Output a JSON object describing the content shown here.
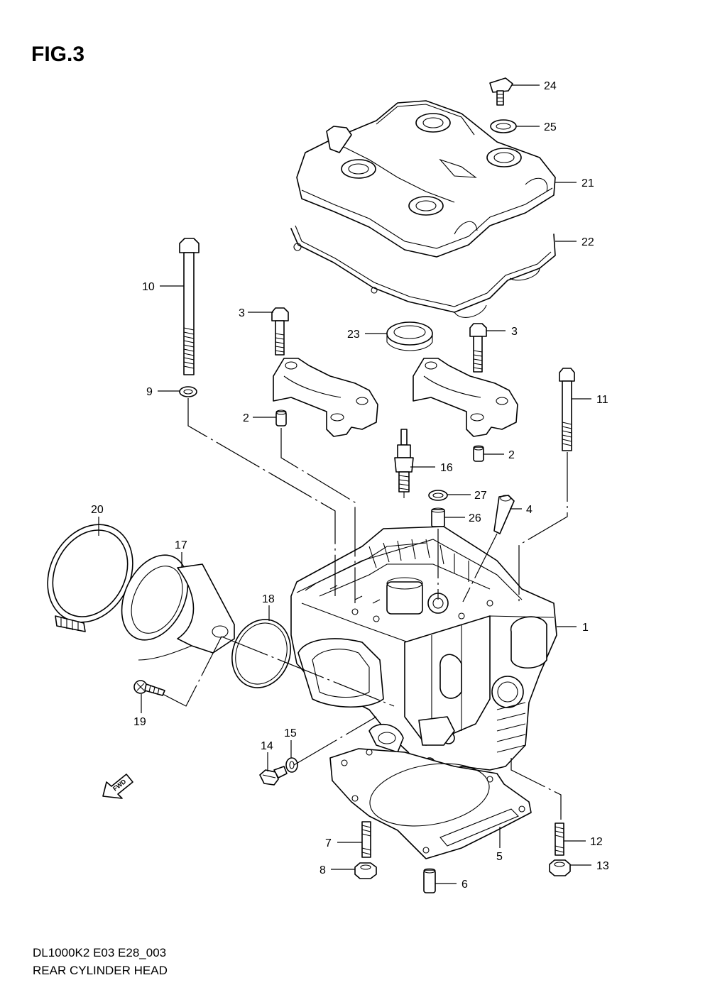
{
  "figure": {
    "title": "FIG.3",
    "code": "DL1000K2 E03 E28_003",
    "name": "REAR CYLINDER HEAD",
    "direction_label": "FWD"
  },
  "callouts": [
    {
      "id": "c24",
      "text": "24"
    },
    {
      "id": "c25",
      "text": "25"
    },
    {
      "id": "c21",
      "text": "21"
    },
    {
      "id": "c22",
      "text": "22"
    },
    {
      "id": "c10",
      "text": "10"
    },
    {
      "id": "c3a",
      "text": "3"
    },
    {
      "id": "c23",
      "text": "23"
    },
    {
      "id": "c3b",
      "text": "3"
    },
    {
      "id": "c9",
      "text": "9"
    },
    {
      "id": "c11",
      "text": "11"
    },
    {
      "id": "c2a",
      "text": "2"
    },
    {
      "id": "c2b",
      "text": "2"
    },
    {
      "id": "c16",
      "text": "16"
    },
    {
      "id": "c27",
      "text": "27"
    },
    {
      "id": "c4",
      "text": "4"
    },
    {
      "id": "c26",
      "text": "26"
    },
    {
      "id": "c20",
      "text": "20"
    },
    {
      "id": "c17",
      "text": "17"
    },
    {
      "id": "c18",
      "text": "18"
    },
    {
      "id": "c1",
      "text": "1"
    },
    {
      "id": "c19",
      "text": "19"
    },
    {
      "id": "c15",
      "text": "15"
    },
    {
      "id": "c14",
      "text": "14"
    },
    {
      "id": "c7",
      "text": "7"
    },
    {
      "id": "c5",
      "text": "5"
    },
    {
      "id": "c12",
      "text": "12"
    },
    {
      "id": "c8",
      "text": "8"
    },
    {
      "id": "c13",
      "text": "13"
    },
    {
      "id": "c6",
      "text": "6"
    }
  ]
}
